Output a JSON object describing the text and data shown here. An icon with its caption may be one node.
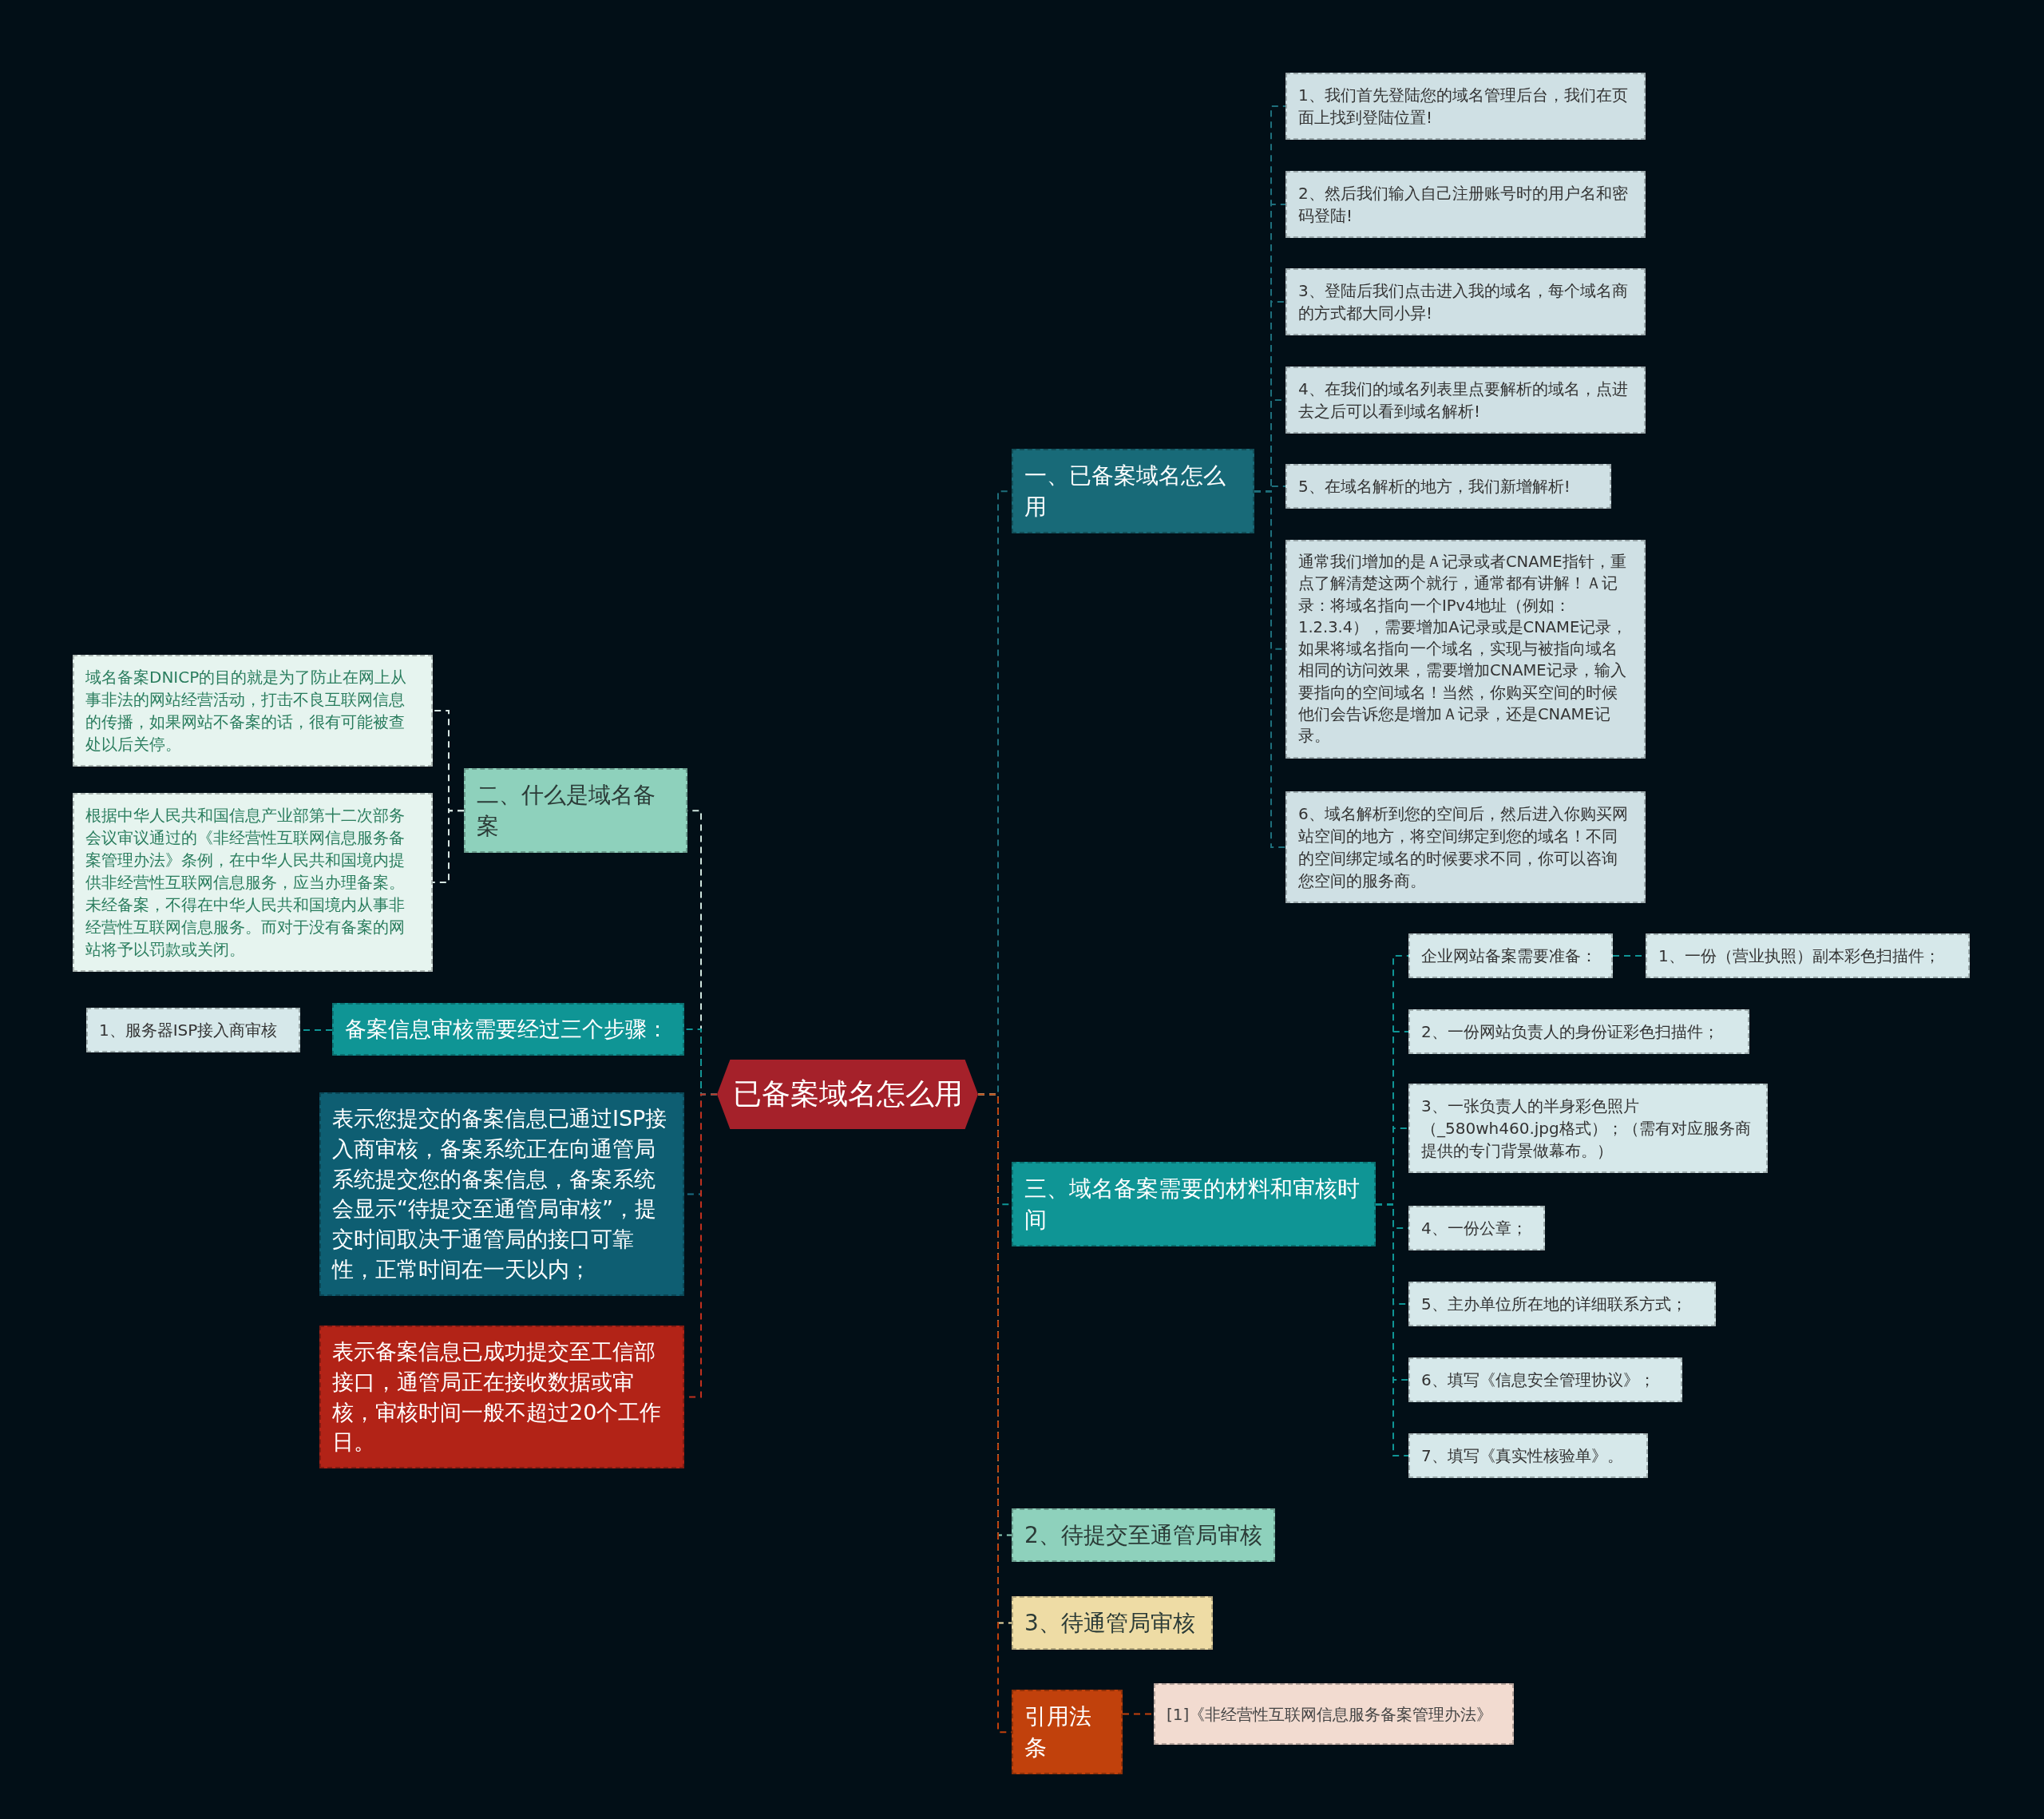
{
  "diagram": {
    "nodes": [
      {
        "text": [
          "已备案域名怎么用"
        ]
      },
      {
        "text": [
          "一、已备案域名怎么用"
        ]
      },
      {
        "text": [
          "1、我们首先登陆您的域名管理后台，我们在页面上找到登陆位置!"
        ]
      },
      {
        "text": [
          "2、然后我们输入自己注册账号时的用户名和密码登陆!"
        ]
      },
      {
        "text": [
          "3、登陆后我们点击进入我的域名，每个域名商的方式都大同小异!"
        ]
      },
      {
        "text": [
          "4、在我们的域名列表里点要解析的域名，点进去之后可以看到域名解析!"
        ]
      },
      {
        "text": [
          "5、在域名解析的地方，我们新增解析!"
        ]
      },
      {
        "text": [
          "通常我们增加的是Ａ记录或者CNAME指针，重点了解清楚这两个就行，通常都有讲解！Ａ记录：将域名指向一个IPv4地址（例如：1.2.3.4），需要增加A记录或是CNAME记录，如果将域名指向一个域名，实现与被指向域名相同的访问效果，需要增加CNAME记录，输入要指向的空间域名！当然，你购买空间的时候他们会告诉您是增加Ａ记录，还是CNAME记录。"
        ]
      },
      {
        "text": [
          "6、域名解析到您的空间后，然后进入你购买网站空间的地方，将空间绑定到您的域名！不同的空间绑定域名的时候要求不同，你可以咨询您空间的服务商。"
        ]
      },
      {
        "text": [
          "二、什么是域名备案"
        ]
      },
      {
        "text": [
          "域名备案DNICP的目的就是为了防止在网上从事非法的网站经营活动，打击不良互联网信息的传播，如果网站不备案的话，很有可能被查处以后关停。"
        ]
      },
      {
        "text": [
          "根据中华人民共和国信息产业部第十二次部务会议审议通过的《非经营性互联网信息服务备案管理办法》条例，在中华人民共和国境内提供非经营性互联网信息服务，应当办理备案。未经备案，不得在中华人民共和国境内从事非经营性互联网信息服务。而对于没有备案的网站将予以罚款或关闭。"
        ]
      },
      {
        "text": [
          "备案信息审核需要经过三个步骤："
        ]
      },
      {
        "text": [
          "1、服务器ISP接入商审核"
        ]
      },
      {
        "text": [
          "表示您提交的备案信息已通过ISP接入商审核，备案系统正在向通管局系统提交您的备案信息，备案系统会显示“待提交至通管局审核”，提交时间取决于通管局的接口可靠性，正常时间在一天以内；"
        ]
      },
      {
        "text": [
          "表示备案信息已成功提交至工信部接口，通管局正在接收数据或审核，审核时间一般不超过20个工作日。"
        ]
      },
      {
        "text": [
          "三、域名备案需要的材料和审核时间"
        ]
      },
      {
        "text": [
          "企业网站备案需要准备："
        ]
      },
      {
        "text": [
          "1、一份（营业执照）副本彩色扫描件；"
        ]
      },
      {
        "text": [
          "2、一份网站负责人的身份证彩色扫描件；"
        ]
      },
      {
        "text": [
          "3、一张负责人的半身彩色照片（_580wh460.jpg格式）；（需有对应服务商提供的专门背景做幕布。）"
        ]
      },
      {
        "text": [
          "4、一份公章；"
        ]
      },
      {
        "text": [
          "5、主办单位所在地的详细联系方式；"
        ]
      },
      {
        "text": [
          "6、填写《信息安全管理协议》；"
        ]
      },
      {
        "text": [
          "7、填写《真实性核验单》。"
        ]
      },
      {
        "text": [
          "2、待提交至通管局审核"
        ]
      },
      {
        "text": [
          "3、待通管局审核"
        ]
      },
      {
        "text": [
          "引用法条"
        ]
      },
      {
        "text": [
          "[1]《非经营性互联网信息服务备案管理办法》"
        ]
      }
    ],
    "edges": [
      {
        "from": 0,
        "to": 1,
        "arrow": "none",
        "style": "dashed",
        "color": "#1e6f7c"
      },
      {
        "from": 1,
        "to": 2,
        "arrow": "none",
        "style": "dashed",
        "color": "#1e6f7c"
      },
      {
        "from": 1,
        "to": 3,
        "arrow": "none",
        "style": "dashed",
        "color": "#1e6f7c"
      },
      {
        "from": 1,
        "to": 4,
        "arrow": "none",
        "style": "dashed",
        "color": "#1e6f7c"
      },
      {
        "from": 1,
        "to": 5,
        "arrow": "none",
        "style": "dashed",
        "color": "#1e6f7c"
      },
      {
        "from": 1,
        "to": 6,
        "arrow": "none",
        "style": "dashed",
        "color": "#1e6f7c"
      },
      {
        "from": 1,
        "to": 7,
        "arrow": "none",
        "style": "dashed",
        "color": "#1e6f7c"
      },
      {
        "from": 1,
        "to": 8,
        "arrow": "none",
        "style": "dashed",
        "color": "#1e6f7c"
      },
      {
        "from": 0,
        "to": 9,
        "arrow": "none",
        "style": "dashed",
        "color": "#cfe6de"
      },
      {
        "from": 9,
        "to": 10,
        "arrow": "none",
        "style": "dashed",
        "color": "#d6e6e2"
      },
      {
        "from": 9,
        "to": 11,
        "arrow": "none",
        "style": "dashed",
        "color": "#d6e6e2"
      },
      {
        "from": 0,
        "to": 12,
        "arrow": "none",
        "style": "dashed",
        "color": "#0f9595"
      },
      {
        "from": 12,
        "to": 13,
        "arrow": "none",
        "style": "dashed",
        "color": "#0f9595"
      },
      {
        "from": 0,
        "to": 14,
        "arrow": "none",
        "style": "dashed",
        "color": "#1a6e84"
      },
      {
        "from": 0,
        "to": 15,
        "arrow": "none",
        "style": "dashed",
        "color": "#c1301f"
      },
      {
        "from": 0,
        "to": 16,
        "arrow": "none",
        "style": "dashed",
        "color": "#0f9595"
      },
      {
        "from": 16,
        "to": 17,
        "arrow": "none",
        "style": "dashed",
        "color": "#0f9595"
      },
      {
        "from": 17,
        "to": 18,
        "arrow": "none",
        "style": "dashed",
        "color": "#0f9595"
      },
      {
        "from": 16,
        "to": 19,
        "arrow": "none",
        "style": "dashed",
        "color": "#0f9595"
      },
      {
        "from": 16,
        "to": 20,
        "arrow": "none",
        "style": "dashed",
        "color": "#0f9595"
      },
      {
        "from": 16,
        "to": 21,
        "arrow": "none",
        "style": "dashed",
        "color": "#0f9595"
      },
      {
        "from": 16,
        "to": 22,
        "arrow": "none",
        "style": "dashed",
        "color": "#0f9595"
      },
      {
        "from": 16,
        "to": 23,
        "arrow": "none",
        "style": "dashed",
        "color": "#0f9595"
      },
      {
        "from": 16,
        "to": 24,
        "arrow": "none",
        "style": "dashed",
        "color": "#0f9595"
      },
      {
        "from": 0,
        "to": 25,
        "arrow": "none",
        "style": "dashed",
        "color": "#8ed1bc"
      },
      {
        "from": 0,
        "to": 26,
        "arrow": "none",
        "style": "dashed",
        "color": "#eedca5"
      },
      {
        "from": 0,
        "to": 27,
        "arrow": "none",
        "style": "dashed",
        "color": "#c1410c"
      },
      {
        "from": 27,
        "to": 28,
        "arrow": "none",
        "style": "dashed",
        "color": "#c1410c"
      }
    ]
  }
}
